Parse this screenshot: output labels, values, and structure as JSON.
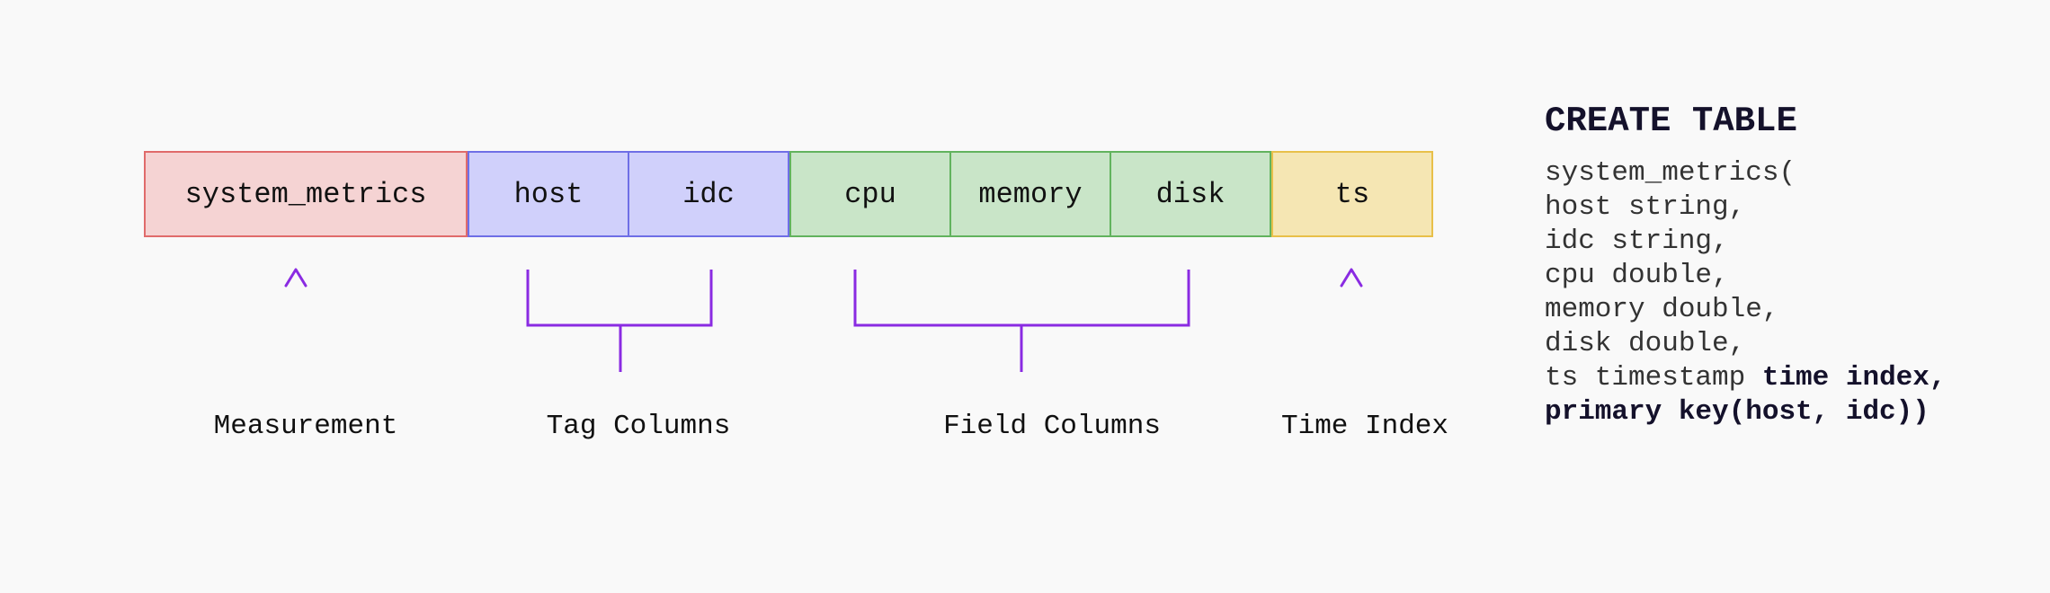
{
  "table": {
    "measurement": "system_metrics",
    "tags": [
      "host",
      "idc"
    ],
    "fields": [
      "cpu",
      "memory",
      "disk"
    ],
    "time_index": "ts"
  },
  "labels": {
    "measurement": "Measurement",
    "tags": "Tag Columns",
    "fields": "Field Columns",
    "time_index": "Time Index"
  },
  "sql": {
    "title": "CREATE TABLE",
    "lines": [
      "system_metrics(",
      "host string,",
      "idc string,",
      "cpu double,",
      "memory double,",
      "disk double,"
    ],
    "ts_plain": "ts timestamp ",
    "ts_bold": "time index,",
    "pk_line": "primary key(host, idc))"
  },
  "colors": {
    "connector": "#8a2be2",
    "measurement_fill": "#f5d3d3",
    "tag_fill": "#d0d0fb",
    "field_fill": "#c9e5c8",
    "time_fill": "#f5e6b3"
  }
}
